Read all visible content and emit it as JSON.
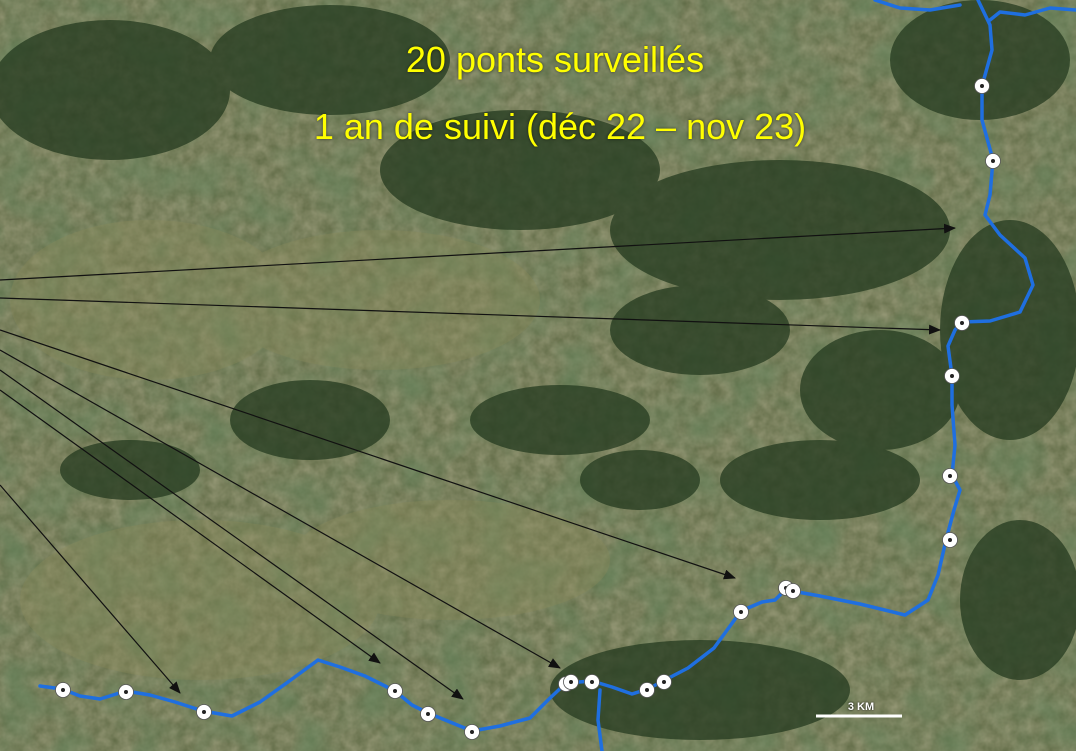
{
  "title": {
    "line1": "20 ponts surveillés",
    "line2": "1 an de suivi (déc 22 – nov 23)"
  },
  "scale_bar": {
    "label": "3 KM"
  },
  "colors": {
    "title_text": "#ffff00",
    "river": "#1f6fe0",
    "bridge_marker_fill": "#ffffff",
    "bridge_marker_dot": "#222222",
    "arrow": "#111111",
    "scale_bar": "#ffffff"
  },
  "legend_symbols": {
    "bridge": "monitored-bridge-marker"
  },
  "background": "satellite-imagery"
}
